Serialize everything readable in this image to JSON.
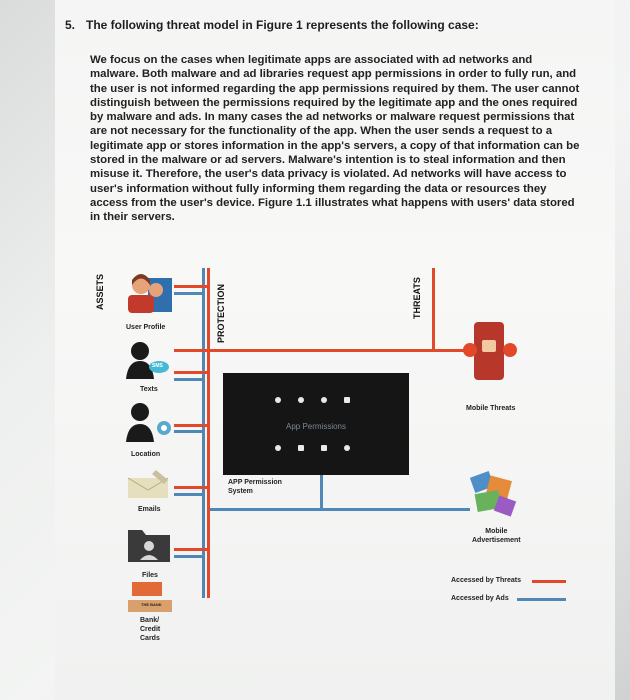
{
  "question": {
    "number": "5.",
    "title": "The following threat model in Figure 1 represents the following case:"
  },
  "paragraph": "We focus on the cases when legitimate apps are associated with ad networks and malware. Both malware and ad libraries request app permissions in order to fully run, and the user is not informed regarding the app permissions required by them. The user cannot distinguish between the permissions required by the legitimate app and the ones required by malware and ads. In many cases the ad networks or malware request permissions that are not necessary for the functionality of the app. When the user sends a request to a legitimate app or stores information in the app's servers, a copy of that information can be stored in the malware or ad servers. Malware's intention is to steal information and then misuse it. Therefore, the user's data privacy is violated. Ad networks will have access to user's information without fully informing them regarding the data or resources they access from the user's device. Figure 1.1 illustrates what happens with users' data stored in their servers.",
  "diagram": {
    "column_labels": {
      "assets": "ASSETS",
      "protection": "PROTECTION",
      "threats": "THREATS"
    },
    "assets": [
      {
        "label": "User Profile",
        "icon": "user-profile-icon"
      },
      {
        "label": "Texts",
        "icon": "sms-icon",
        "badge": "SMS"
      },
      {
        "label": "Location",
        "icon": "location-icon"
      },
      {
        "label": "Emails",
        "icon": "email-icon"
      },
      {
        "label": "Files",
        "icon": "folder-icon"
      },
      {
        "label": "Bank/\nCredit\nCards",
        "icon": "bank-card-icon",
        "badge": "THE BANK"
      }
    ],
    "panel": {
      "title": "App Permissions"
    },
    "app_permission_system": "APP Permission\nSystem",
    "threat_labels": {
      "mobile_threats": "Mobile Threats",
      "mobile_advertisement": "Mobile\nAdvertisement"
    },
    "legend": {
      "threats": "Accessed by Threats",
      "ads": "Accessed by Ads"
    },
    "colors": {
      "threat_line": "#e2492b",
      "ad_line": "#4f88b8",
      "panel_bg": "#151515"
    }
  }
}
